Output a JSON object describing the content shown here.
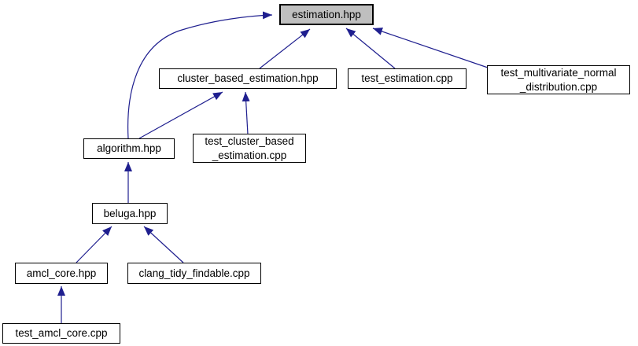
{
  "diagram": {
    "kind": "include-dependency-graph",
    "highlighted_node": "estimation.hpp",
    "colors": {
      "edge": "#1f1f8f",
      "node_border": "#000000",
      "node_fill": "#ffffff",
      "highlight_fill": "#bfbfbf",
      "text": "#000000",
      "background": "#ffffff"
    },
    "nodes": [
      {
        "id": "estimation",
        "label": "estimation.hpp",
        "highlighted": true
      },
      {
        "id": "cluster-based-estimation",
        "label": "cluster_based_estimation.hpp",
        "highlighted": false
      },
      {
        "id": "test-estimation",
        "label": "test_estimation.cpp",
        "highlighted": false
      },
      {
        "id": "test-multivariate-normal-distribution",
        "label": "test_multivariate_normal\n_distribution.cpp",
        "highlighted": false
      },
      {
        "id": "algorithm",
        "label": "algorithm.hpp",
        "highlighted": false
      },
      {
        "id": "test-cluster-based-estimation",
        "label": "test_cluster_based\n_estimation.cpp",
        "highlighted": false
      },
      {
        "id": "beluga",
        "label": "beluga.hpp",
        "highlighted": false
      },
      {
        "id": "amcl-core",
        "label": "amcl_core.hpp",
        "highlighted": false
      },
      {
        "id": "clang-tidy-findable",
        "label": "clang_tidy_findable.cpp",
        "highlighted": false
      },
      {
        "id": "test-amcl-core",
        "label": "test_amcl_core.cpp",
        "highlighted": false
      }
    ],
    "edges": [
      {
        "from": "algorithm.hpp",
        "to": "estimation.hpp"
      },
      {
        "from": "cluster_based_estimation.hpp",
        "to": "estimation.hpp"
      },
      {
        "from": "test_estimation.cpp",
        "to": "estimation.hpp"
      },
      {
        "from": "test_multivariate_normal_distribution.cpp",
        "to": "estimation.hpp"
      },
      {
        "from": "algorithm.hpp",
        "to": "cluster_based_estimation.hpp"
      },
      {
        "from": "test_cluster_based_estimation.cpp",
        "to": "cluster_based_estimation.hpp"
      },
      {
        "from": "beluga.hpp",
        "to": "algorithm.hpp"
      },
      {
        "from": "amcl_core.hpp",
        "to": "beluga.hpp"
      },
      {
        "from": "clang_tidy_findable.cpp",
        "to": "beluga.hpp"
      },
      {
        "from": "test_amcl_core.cpp",
        "to": "amcl_core.hpp"
      }
    ]
  }
}
